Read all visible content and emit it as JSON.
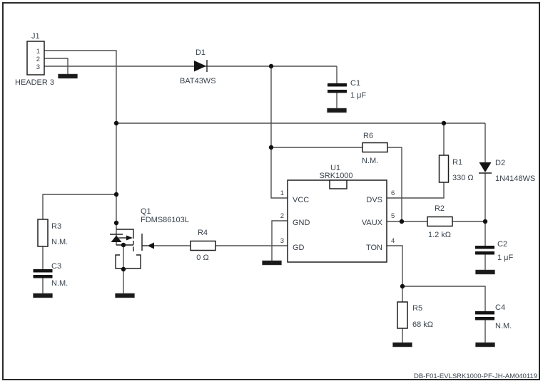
{
  "schematic": {
    "footer_code": "DB-F01-EVLSRK1000-PF-JH-AM040119",
    "colors": {
      "wire": "#4f4f4f",
      "ink": "#141414",
      "text": "#39424d"
    },
    "components": {
      "j1": {
        "ref": "J1",
        "value": "HEADER 3",
        "pin1": "1",
        "pin2": "2",
        "pin3": "3"
      },
      "d1": {
        "ref": "D1",
        "value": "BAT43WS"
      },
      "c1": {
        "ref": "C1",
        "value": "1 μF"
      },
      "r6": {
        "ref": "R6",
        "value": "N.M."
      },
      "r1": {
        "ref": "R1",
        "value": "330 Ω"
      },
      "d2": {
        "ref": "D2",
        "value": "1N4148WS"
      },
      "r2": {
        "ref": "R2",
        "value": "1.2 kΩ"
      },
      "c2": {
        "ref": "C2",
        "value": "1 μF"
      },
      "r3": {
        "ref": "R3",
        "value": "N.M."
      },
      "c3": {
        "ref": "C3",
        "value": "N.M."
      },
      "q1": {
        "ref": "Q1",
        "value": "FDMS86103L"
      },
      "r4": {
        "ref": "R4",
        "value": "0 Ω"
      },
      "r5": {
        "ref": "R5",
        "value": "68 kΩ"
      },
      "c4": {
        "ref": "C4",
        "value": "N.M."
      },
      "u1": {
        "ref": "U1",
        "value": "SRK1000",
        "left": [
          {
            "num": "1",
            "name": "VCC"
          },
          {
            "num": "2",
            "name": "GND"
          },
          {
            "num": "3",
            "name": "GD"
          }
        ],
        "right": [
          {
            "num": "6",
            "name": "DVS"
          },
          {
            "num": "5",
            "name": "VAUX"
          },
          {
            "num": "4",
            "name": "TON"
          }
        ]
      }
    }
  }
}
